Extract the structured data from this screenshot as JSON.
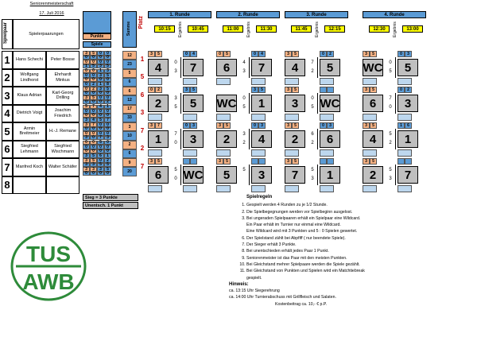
{
  "header": {
    "title": "Seniorenmeisterschaft",
    "date": "17. Juli 2016",
    "pairs_label": "Spielpaar",
    "pairings_label": "Spielerpaarungen",
    "col_heads": [
      "1. Runde",
      "2. Runde",
      "3. Runde",
      "4. Runde"
    ],
    "punkte": "Punkte",
    "spiele": "Spiele",
    "summe": "Summe",
    "platz": "Platz"
  },
  "rounds": [
    {
      "title": "1. Runde",
      "start": "10:15",
      "end": "10:45"
    },
    {
      "title": "2. Runde",
      "start": "11:00",
      "end": "11:30"
    },
    {
      "title": "3. Runde",
      "start": "11:45",
      "end": "12:15"
    },
    {
      "title": "4. Runde",
      "start": "12:30",
      "end": "13:00"
    }
  ],
  "ergebnis_label": "Ergebnis",
  "pairs": [
    {
      "nr": "1",
      "p1": "Hans Schechi",
      "p2": "Peter Bosse",
      "cells": [
        [
          "3",
          "5",
          "0",
          "0"
        ],
        [
          "0",
          "0",
          "0",
          "0"
        ],
        [
          "0",
          "0",
          "0",
          "0"
        ],
        [
          "1",
          "5",
          "3",
          "5"
        ]
      ],
      "sum1": "12",
      "sum2": "23"
    },
    {
      "nr": "2",
      "p1": "Wolfgang Lindhorst",
      "p2": "Ehrhardt Minkus",
      "cells": [
        [
          "0",
          "0",
          "1",
          "3"
        ],
        [
          "0",
          "0",
          "3",
          "5"
        ],
        [
          "0",
          "0",
          "0",
          "0"
        ],
        [
          "0",
          "2",
          "1",
          "8"
        ]
      ],
      "sum1": "5",
      "sum2": "6"
    },
    {
      "nr": "3",
      "p1": "Klaus Adrian",
      "p2": "Karl-Georg Drilling",
      "cells": [
        [
          "0",
          "2",
          "3",
          "5"
        ],
        [
          "0",
          "0",
          "0",
          "0"
        ],
        [
          "3",
          "5",
          "0",
          "0"
        ],
        [
          "0",
          "0",
          "0",
          "2"
        ]
      ],
      "sum1": "6",
      "sum2": "12"
    },
    {
      "nr": "4",
      "p1": "Dietrich Voigt",
      "p2": "Joachim Friedrich",
      "cells": [
        [
          "5",
          "7",
          "4",
          "1"
        ],
        [
          "0",
          "0",
          "0",
          "0"
        ],
        [
          "0",
          "0",
          "0",
          "0"
        ],
        [
          "3",
          "4",
          "5",
          "7"
        ]
      ],
      "sum1": "17",
      "sum2": "33"
    },
    {
      "nr": "5",
      "p1": "Armin Breitmeier",
      "p2": "H.-J. Remane",
      "cells": [
        [
          "3",
          "7",
          "0",
          "0"
        ],
        [
          "0",
          "0",
          "0",
          "0"
        ],
        [
          "0",
          "0",
          "0",
          "0"
        ],
        [
          "3",
          "0",
          "7",
          "3"
        ]
      ],
      "sum1": "3",
      "sum2": "10"
    },
    {
      "nr": "6",
      "p1": "Siegfried Lehmann",
      "p2": "Siegfried Wischmann",
      "cells": [
        [
          "0",
          "0",
          "5",
          "0"
        ],
        [
          "0",
          "0",
          "0",
          "0"
        ],
        [
          "0",
          "0",
          "0",
          "0"
        ],
        [
          "3",
          "5",
          "6",
          "1"
        ]
      ],
      "sum1": "2",
      "sum2": "6"
    },
    {
      "nr": "7",
      "p1": "Manfred Koch",
      "p2": "Walter Schäfer",
      "cells": [
        [
          "3",
          "5",
          "0",
          "2"
        ],
        [
          "3",
          "3",
          "5",
          "5"
        ],
        [
          "3",
          "3",
          "3",
          "5"
        ],
        [
          "0",
          "0",
          "0",
          "0"
        ]
      ],
      "sum1": "9",
      "sum2": "20"
    },
    {
      "nr": "8",
      "p1": "",
      "p2": "",
      "cells": [],
      "sum1": "",
      "sum2": ""
    }
  ],
  "places": [
    "1",
    "5",
    "6",
    "3",
    "7",
    "2",
    "7",
    ""
  ],
  "matches": [
    {
      "round": 0,
      "row": 0,
      "a": "4",
      "b": "7",
      "sa": "0",
      "sb": "3",
      "ta": "3",
      "tb": "5",
      "bl": "0",
      "br": "4"
    },
    {
      "round": 0,
      "row": 1,
      "a": "2",
      "b": "5",
      "sa": "3",
      "sb": "5",
      "ta": "0",
      "tb": "2",
      "bl": "3",
      "br": "5"
    },
    {
      "round": 0,
      "row": 2,
      "a": "1",
      "b": "3",
      "sa": "7",
      "sb": "0",
      "ta": "3",
      "tb": "7",
      "bl": "0",
      "br": "3"
    },
    {
      "round": 0,
      "row": 3,
      "a": "6",
      "b": "WC",
      "sa": "5",
      "sb": "0",
      "ta": "3",
      "tb": "5",
      "bl": "",
      "br": ""
    },
    {
      "round": 1,
      "row": 0,
      "a": "6",
      "b": "7",
      "sa": "4",
      "sb": "3",
      "ta": "0",
      "tb": "5",
      "bl": "0",
      "br": "4"
    },
    {
      "round": 1,
      "row": 1,
      "a": "WC",
      "b": "1",
      "sa": "0",
      "sb": "5",
      "ta": "",
      "tb": "",
      "bl": "3",
      "br": "5"
    },
    {
      "round": 1,
      "row": 2,
      "a": "2",
      "b": "4",
      "sa": "3",
      "sb": "2",
      "ta": "3",
      "tb": "5",
      "bl": "0",
      "br": "3"
    },
    {
      "round": 1,
      "row": 3,
      "a": "5",
      "b": "3",
      "sa": "5",
      "sb": "",
      "ta": "3",
      "tb": "5",
      "bl": "",
      "br": ""
    },
    {
      "round": 2,
      "row": 0,
      "a": "4",
      "b": "5",
      "sa": "7",
      "sb": "2",
      "ta": "3",
      "tb": "5",
      "bl": "0",
      "br": "2"
    },
    {
      "round": 2,
      "row": 1,
      "a": "3",
      "b": "WC",
      "sa": "0",
      "sb": "5",
      "ta": "3",
      "tb": "5",
      "bl": "",
      "br": ""
    },
    {
      "round": 2,
      "row": 2,
      "a": "2",
      "b": "6",
      "sa": "6",
      "sb": "2",
      "ta": "3",
      "tb": "5",
      "bl": "0",
      "br": "3"
    },
    {
      "round": 2,
      "row": 3,
      "a": "7",
      "b": "1",
      "sa": "5",
      "sb": "3",
      "ta": "3",
      "tb": "5",
      "bl": "",
      "br": ""
    },
    {
      "round": 3,
      "row": 0,
      "a": "WC",
      "b": "5",
      "sa": "0",
      "sb": "5",
      "ta": "3",
      "tb": "5",
      "bl": "0",
      "br": "3"
    },
    {
      "round": 3,
      "row": 1,
      "a": "6",
      "b": "3",
      "sa": "7",
      "sb": "0",
      "ta": "3",
      "tb": "5",
      "bl": "0",
      "br": "2"
    },
    {
      "round": 3,
      "row": 2,
      "a": "4",
      "b": "1",
      "sa": "5",
      "sb": "2",
      "ta": "3",
      "tb": "5",
      "bl": "1",
      "br": "6"
    },
    {
      "round": 3,
      "row": 3,
      "a": "2",
      "b": "7",
      "sa": "5",
      "sb": "3",
      "ta": "3",
      "tb": "5",
      "bl": "",
      "br": ""
    }
  ],
  "legend": {
    "sieg": "Sieg = 3 Punkte",
    "unent": "Unentsch. 1 Punkt"
  },
  "logo": {
    "line1": "TUS",
    "line2": "AWB"
  },
  "rules": {
    "title": "Spielregeln",
    "items": [
      "Gespielt werden 4 Runden zu je 1/2 Stunde.",
      "Die Spielbegegnungen werden vor Spielbeginn ausgelost.",
      "Bei ungeraden Spielpaaren erhält ein Spielpaar eine Wildcard.",
      "Ein Paar erhält im Turnier nur einmal eine Wildcard.",
      "Eine Wildcard wird mit 3 Punkten und 5 : 0 Spielen gewertet.",
      "Der Spielstand zählt bei Abpfiff ( nur beendete Spiele).",
      "Der Sieger erhält 3 Punkte.",
      "Bei unentschieden erhält jedes Paar 1 Punkt.",
      "Seniorenmeister ist das Paar mit den meisten Punkten.",
      "Bei Gleichstand mehrer Spielpaare werden die Spiele gezählt.",
      "Bei Gleichstand von Punkten und Spielen wird ein Matchtiebreak",
      "gespielt."
    ],
    "hint_title": "Hinweis:",
    "hints": [
      "ca. 13:15 Uhr Siegerehrung",
      "ca. 14:00 Uhr Turnierabschuss mit Grillfleisch und Salaten.",
      "Kostenbeitrag ca. 10,- € p.P."
    ]
  }
}
